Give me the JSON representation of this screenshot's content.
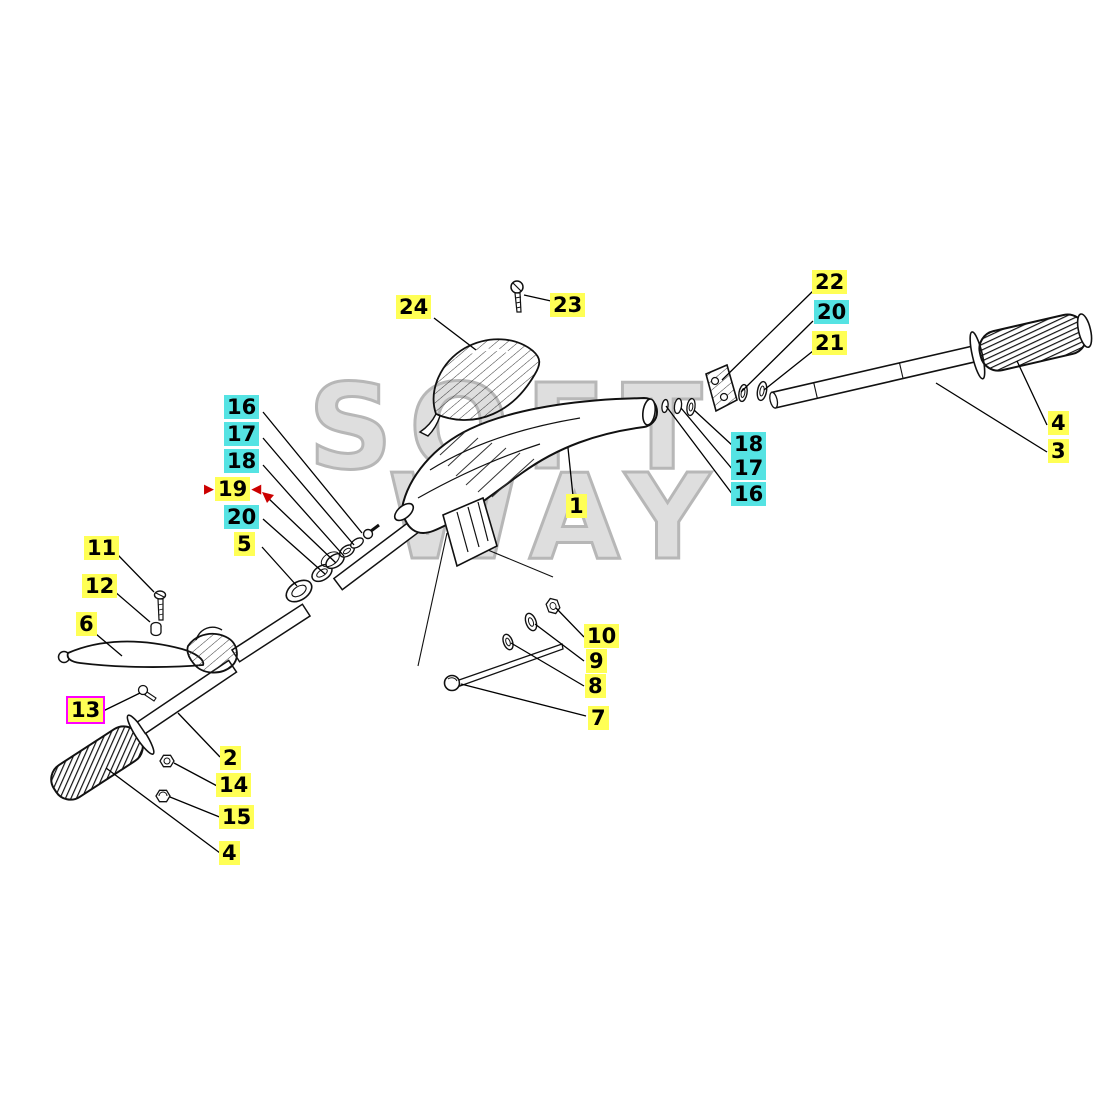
{
  "page": {
    "background": "#ffffff"
  },
  "watermark": {
    "line1": "SOFT",
    "line2": "WAY",
    "color": "#c9c9c9"
  },
  "colors": {
    "label_yellow": "#ffff55",
    "label_cyan": "#55e3e3",
    "label_text": "#000000",
    "line_art": "#111111",
    "selection_box_magenta": "#ff00ff",
    "selection_arrow_red": "#cc0000"
  },
  "icons": {
    "arrow_right": "▶",
    "arrow_left": "◀"
  },
  "labels": [
    {
      "text": "24",
      "highlight": "yellow"
    },
    {
      "text": "23",
      "highlight": "yellow"
    },
    {
      "text": "22",
      "highlight": "yellow"
    },
    {
      "text": "20",
      "highlight": "cyan"
    },
    {
      "text": "21",
      "highlight": "yellow"
    },
    {
      "text": "16",
      "highlight": "cyan"
    },
    {
      "text": "17",
      "highlight": "cyan"
    },
    {
      "text": "18",
      "highlight": "cyan"
    },
    {
      "text": "19",
      "highlight": "yellow",
      "selected": true
    },
    {
      "text": "20",
      "highlight": "cyan"
    },
    {
      "text": "5",
      "highlight": "yellow"
    },
    {
      "text": "11",
      "highlight": "yellow"
    },
    {
      "text": "12",
      "highlight": "yellow"
    },
    {
      "text": "6",
      "highlight": "yellow"
    },
    {
      "text": "13",
      "highlight": "yellow",
      "boxed": true
    },
    {
      "text": "2",
      "highlight": "yellow"
    },
    {
      "text": "14",
      "highlight": "yellow"
    },
    {
      "text": "15",
      "highlight": "yellow"
    },
    {
      "text": "4",
      "highlight": "yellow"
    },
    {
      "text": "1",
      "highlight": "yellow"
    },
    {
      "text": "18",
      "highlight": "cyan"
    },
    {
      "text": "17",
      "highlight": "cyan"
    },
    {
      "text": "16",
      "highlight": "cyan"
    },
    {
      "text": "10",
      "highlight": "yellow"
    },
    {
      "text": "9",
      "highlight": "yellow"
    },
    {
      "text": "8",
      "highlight": "yellow"
    },
    {
      "text": "7",
      "highlight": "yellow"
    },
    {
      "text": "4",
      "highlight": "yellow"
    },
    {
      "text": "3",
      "highlight": "yellow"
    }
  ]
}
